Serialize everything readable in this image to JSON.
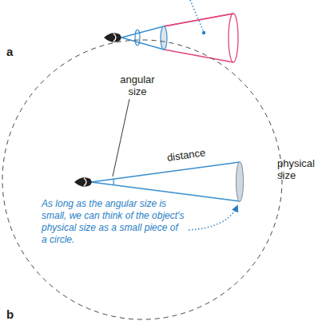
{
  "diagram": {
    "labels": [
      "a",
      "angular size",
      "distance",
      "physical size",
      "As long as the angular size is small, we can think of the object's physical size as a small piece of a circle.",
      "b"
    ]
  }
}
